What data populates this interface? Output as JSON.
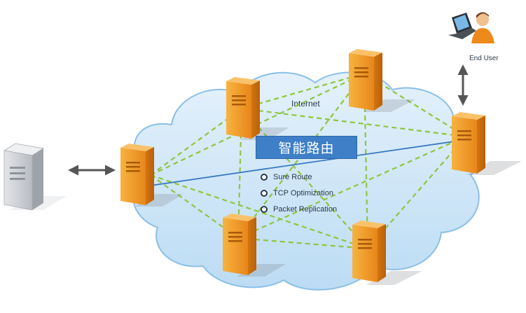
{
  "labels": {
    "cloud": "Internet",
    "end_user": "End User",
    "smart_routing": "智能路由"
  },
  "features": [
    "Sure Route",
    "TCP Optimization",
    "Packet Replication"
  ],
  "colors": {
    "cloud_fill": "#cfe6f8",
    "cloud_stroke": "#8bbfe6",
    "mesh_line": "#8cc63f",
    "main_route": "#3a78c0",
    "server_orange": "#f39a1e",
    "origin_gray": "#c9ccd1",
    "arrow": "#555555"
  },
  "icons": [
    "origin-server-icon",
    "edge-server-icon",
    "laptop-icon",
    "user-icon",
    "double-arrow-icon"
  ]
}
